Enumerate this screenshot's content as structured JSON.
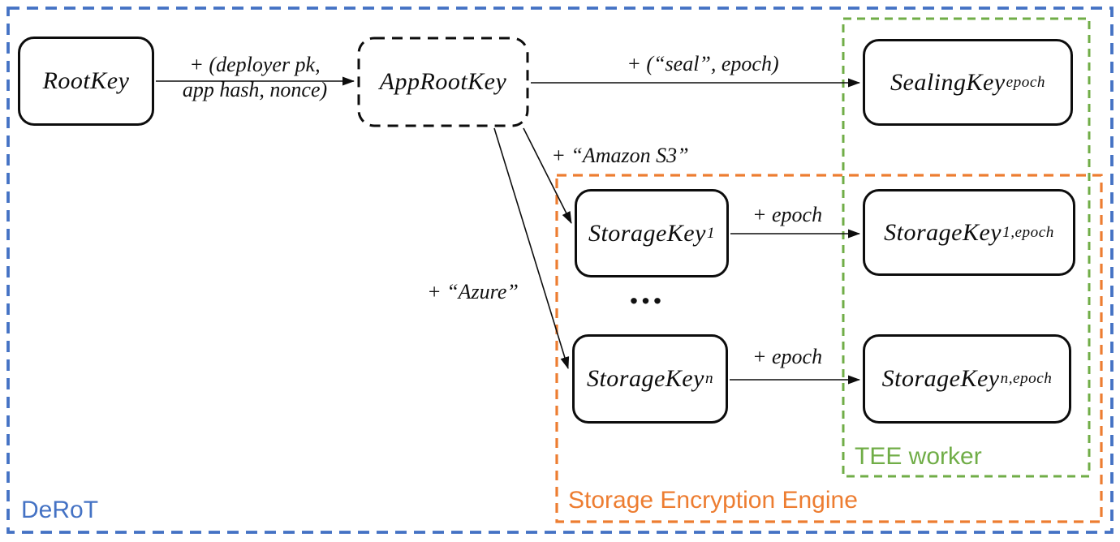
{
  "diagram": {
    "regions": {
      "derot": {
        "label": "DeRoT",
        "color": "#4472C4"
      },
      "storage_encryption_engine": {
        "label": "Storage Encryption Engine",
        "color": "#ED7D31"
      },
      "tee_worker": {
        "label": "TEE worker",
        "color": "#70AD47"
      }
    },
    "nodes": {
      "root_key": {
        "label": "RootKey",
        "sub": ""
      },
      "app_root_key": {
        "label": "AppRootKey",
        "sub": ""
      },
      "sealing_key": {
        "label": "SealingKey",
        "sub": "epoch"
      },
      "storage_key_1": {
        "label": "StorageKey",
        "sub": "1"
      },
      "storage_key_n": {
        "label": "StorageKey",
        "sub": "n"
      },
      "storage_key_1_epoch": {
        "label": "StorageKey",
        "sub": "1,epoch"
      },
      "storage_key_n_epoch": {
        "label": "StorageKey",
        "sub": "n,epoch"
      }
    },
    "edge_labels": {
      "deployer_line1": "+ (deployer pk,",
      "deployer_line2": "app hash, nonce)",
      "seal": "+ (“seal”, epoch)",
      "amazon_s3": "+ “Amazon S3”",
      "azure": "+ “Azure”",
      "epoch_1": "+ epoch",
      "epoch_n": "+ epoch"
    },
    "ellipsis": "..."
  }
}
